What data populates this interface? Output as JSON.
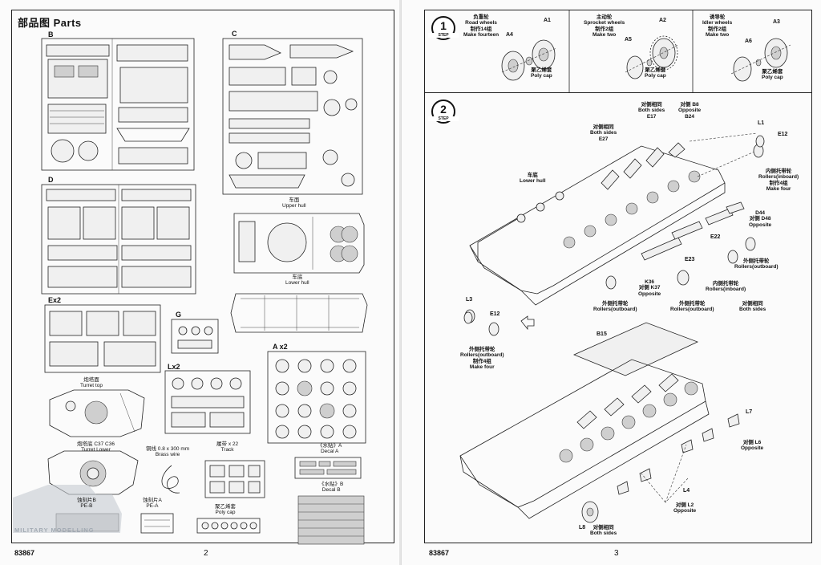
{
  "left_page": {
    "heading": "部品图 Parts",
    "sprues": {
      "b": "B",
      "c": "C",
      "d": "D",
      "e": "Ex2",
      "g": "G",
      "l": "Lx2",
      "a": "A x2"
    },
    "labels": {
      "upper_hull_cn": "车面",
      "upper_hull_en": "Upper hull",
      "lower_hull_cn": "车底",
      "lower_hull_en": "Lower hull",
      "turret_top_cn": "炮塔面",
      "turret_top_en": "Turret top",
      "turret_lower_cn": "炮塔底",
      "turret_lower_parts": "C37 C36",
      "turret_lower_en": "Turret Lower",
      "brass_wire_cn": "铜线 0.8 x 300 mm",
      "brass_wire_en": "Brass wire",
      "track_cn": "履带",
      "track_qty": "x 22",
      "track_en": "Track",
      "decal_a_cn": "《水贴》A",
      "decal_a_en": "Decal  A",
      "decal_b_cn": "《水贴》B",
      "decal_b_en": "Decal  B",
      "pe_b_cn": "蚀刻片B",
      "pe_b_en": "PE-B",
      "pe_a_cn": "蚀刻片A",
      "pe_a_en": "PE-A",
      "poly_cap_cn": "聚乙烯套",
      "poly_cap_en": "Poly cap"
    },
    "kit_number": "83867",
    "page_number": "2",
    "watermark": "MILITARY MODELLING"
  },
  "right_page": {
    "step1": {
      "number": "1",
      "badge_word": "STEP",
      "road_wheels": {
        "cn": "负重轮",
        "en": "Road  wheels",
        "make_cn": "制作14组",
        "make_en": "Make fourteen",
        "part_a": "A1",
        "part_b": "A4",
        "poly_cn": "聚乙烯套",
        "poly_en": "Poly cap"
      },
      "sprocket": {
        "cn": "主动轮",
        "en": "Sprocket wheels",
        "make_cn": "制作2组",
        "make_en": "Make two",
        "part_a": "A2",
        "part_b": "A5",
        "poly_cn": "聚乙烯套",
        "poly_en": "Poly cap"
      },
      "idler": {
        "cn": "诱导轮",
        "en": "Idler wheels",
        "make_cn": "制作2组",
        "make_en": "Make two",
        "part_a": "A3",
        "part_b": "A6",
        "poly_cn": "聚乙烯套",
        "poly_en": "Poly cap"
      }
    },
    "step2": {
      "number": "2",
      "badge_word": "STEP",
      "labels": {
        "both_sides_1_cn": "对侧相同",
        "both_sides_1_en": "Both sides",
        "e17": "E17",
        "opposite_1_cn": "对侧 B8",
        "opposite_1_en": "Opposite",
        "b24": "B24",
        "both_sides_2_cn": "对侧相同",
        "both_sides_2_en": "Both sides",
        "e27": "E27",
        "lower_hull_cn": "车底",
        "lower_hull_en": "Lower hull",
        "l1": "L1",
        "e12_top": "E12",
        "rollers_inboard_cn": "内侧托带轮",
        "rollers_inboard_en": "Rollers(inboard)",
        "make4_cn": "制作4组",
        "make4_en": "Make four",
        "d44": "D44",
        "d48_cn": "对侧 D48",
        "d48_en": "Opposite",
        "e22": "E22",
        "e23": "E23",
        "rollers_outboard_1_cn": "外侧托带轮",
        "rollers_outboard_1_en": "Rollers(outboard)",
        "rollers_inboard_2_cn": "内侧托带轮",
        "rollers_inboard_2_en": "Rollers(inboard)",
        "k36": "K36",
        "k37_cn": "对侧 K37",
        "k37_en": "Opposite",
        "rollers_outboard_2_cn": "外侧托带轮",
        "rollers_outboard_2_en": "Rollers(outboard)",
        "rollers_outboard_3_cn": "外侧托带轮",
        "rollers_outboard_3_en": "Rollers(outboard)",
        "both_sides_3_cn": "对侧相同",
        "both_sides_3_en": "Both sides",
        "l3": "L3",
        "e12_left": "E12",
        "rollers_outboard_4_cn": "外侧托带轮",
        "rollers_outboard_4_en": "Rollers(outboard)",
        "make4b_cn": "制作4组",
        "make4b_en": "Make four",
        "b15": "B15",
        "l7": "L7",
        "l6_cn": "对侧 L6",
        "l6_en": "Opposite",
        "l4": "L4",
        "l2_cn": "对侧 L2",
        "l2_en": "Opposite",
        "l8": "L8",
        "both_sides_4_cn": "对侧相同",
        "both_sides_4_en": "Both sides"
      }
    },
    "kit_number": "83867",
    "page_number": "3"
  }
}
